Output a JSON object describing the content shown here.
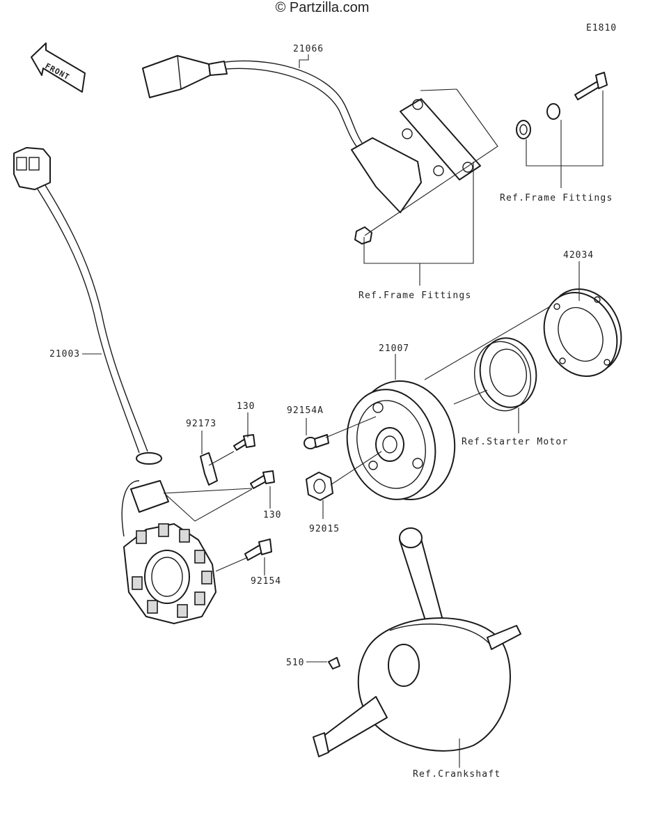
{
  "watermark": "© Partzilla.com",
  "diagram_code": "E1810",
  "front_label": "FRONT",
  "labels": {
    "p21066": "21066",
    "p21003": "21003",
    "p42034": "42034",
    "p21007": "21007",
    "p92154A": "92154A",
    "p92173": "92173",
    "p130_top": "130",
    "p130_bottom": "130",
    "p92015": "92015",
    "p92154": "92154",
    "p510": "510"
  },
  "refs": {
    "frame_fittings_right": "Ref.Frame Fittings",
    "frame_fittings_center": "Ref.Frame Fittings",
    "starter_motor": "Ref.Starter Motor",
    "crankshaft": "Ref.Crankshaft"
  }
}
